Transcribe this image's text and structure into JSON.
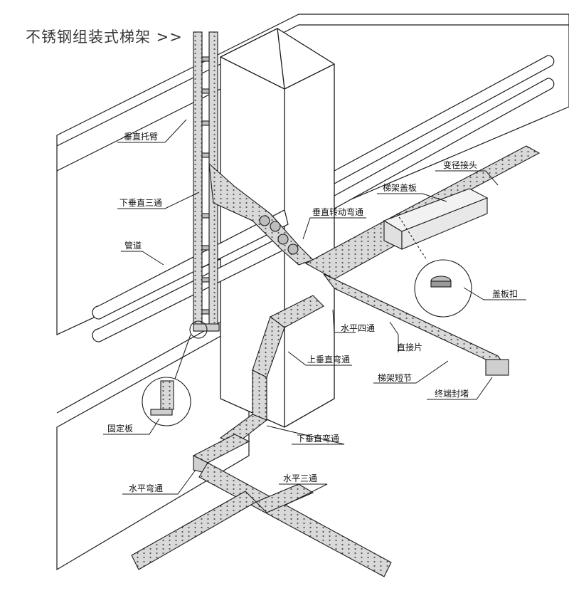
{
  "title": "不锈钢组装式梯架 >>",
  "labels": {
    "vertical_bracket": "垂直托臂",
    "lower_vertical_tee": "下垂直三通",
    "pipe": "管道",
    "vertical_swivel_elbow": "垂直转动弯通",
    "ladder_cover": "梯架盖板",
    "reducer": "变径接头",
    "cover_clip": "盖板扣",
    "horizontal_cross": "水平四通",
    "connector_plate": "直接片",
    "upper_vertical_elbow": "上垂直弯通",
    "ladder_short_section": "梯架短节",
    "end_cap": "终端封堵",
    "fixing_plate": "固定板",
    "lower_vertical_elbow": "下垂直弯通",
    "horizontal_elbow": "水平弯通",
    "horizontal_tee": "水平三通"
  },
  "colors": {
    "line": "#1a1a1a",
    "tray_fill": "#d9d9d9",
    "tray_dark": "#9a9a9a",
    "hole": "#555555",
    "wall": "#ffffff",
    "title": "#3a3a3a"
  }
}
